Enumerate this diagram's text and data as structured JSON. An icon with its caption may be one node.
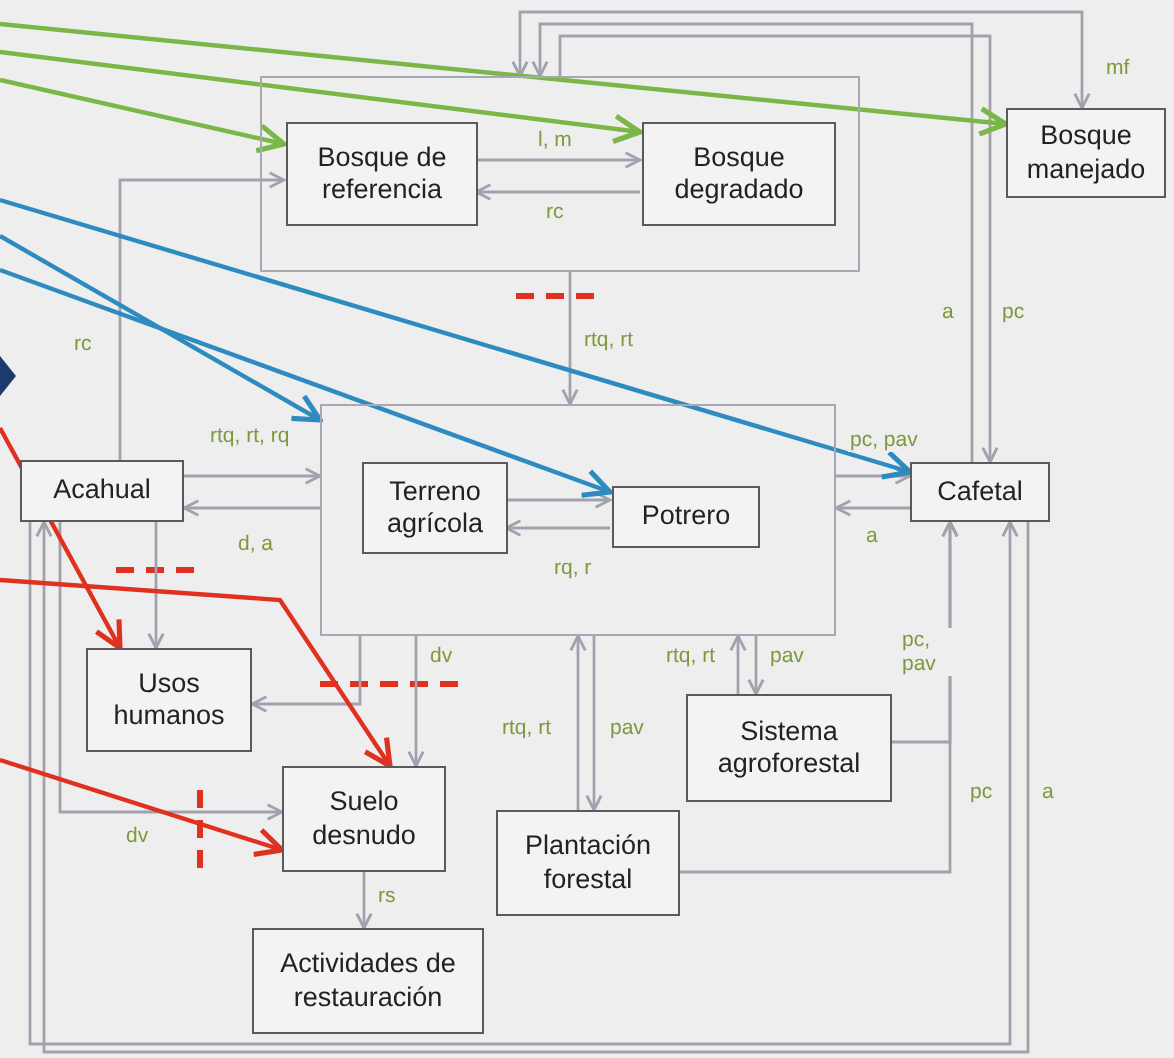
{
  "diagram": {
    "nodes": [
      {
        "text": [],
        "shape": "box"
      },
      {
        "text": [
          "Bosque de referencia"
        ],
        "in": 0
      },
      {
        "text": [
          "Bosque degradado"
        ],
        "in": 0
      },
      {
        "text": [
          "Bosque manejado"
        ]
      },
      {
        "text": [],
        "shape": "box"
      },
      {
        "text": [
          "Terreno agrícola"
        ],
        "in": 4
      },
      {
        "text": [
          "Potrero"
        ],
        "in": 4
      },
      {
        "text": [
          "Acahual"
        ]
      },
      {
        "text": [
          "Cafetal"
        ]
      },
      {
        "text": [
          "Usos humanos"
        ]
      },
      {
        "text": [
          "Suelo desnudo"
        ]
      },
      {
        "text": [
          "Sistema agroforestal"
        ]
      },
      {
        "text": [
          "Plantación forestal"
        ]
      },
      {
        "text": [
          "Actividades de restauración"
        ]
      }
    ],
    "edges": [
      {
        "from": 1,
        "to": 2,
        "arrow": "to",
        "label": "l, m"
      },
      {
        "from": 2,
        "to": 1,
        "arrow": "to",
        "label": "rc"
      },
      {
        "from": 0,
        "to": 4,
        "arrow": "to",
        "label": "rtq, rt"
      },
      {
        "from": 7,
        "to": 1,
        "arrow": "to",
        "label": "rc"
      },
      {
        "from": 7,
        "to": 4,
        "arrow": "to",
        "label": "rtq, rt, rq"
      },
      {
        "from": 4,
        "to": 7,
        "arrow": "to",
        "label": "d, a"
      },
      {
        "from": 5,
        "to": 6,
        "arrow": "to"
      },
      {
        "from": 6,
        "to": 5,
        "arrow": "to",
        "label": "rq, r"
      },
      {
        "from": 4,
        "to": 8,
        "arrow": "to",
        "label": "pc, pav"
      },
      {
        "from": 8,
        "to": 4,
        "arrow": "to",
        "label": "a"
      },
      {
        "from": 8,
        "to": 0,
        "arrow": "to",
        "label": "a"
      },
      {
        "from": 0,
        "to": 8,
        "arrow": "to",
        "label": "pc"
      },
      {
        "from": 0,
        "to": 3,
        "arrow": "both",
        "label": "mf"
      },
      {
        "from": 7,
        "to": 9,
        "arrow": "to"
      },
      {
        "from": 4,
        "to": 9,
        "arrow": "to"
      },
      {
        "from": 4,
        "to": 10,
        "arrow": "to",
        "label": "dv"
      },
      {
        "from": 7,
        "to": 10,
        "arrow": "to",
        "label": "dv"
      },
      {
        "from": 10,
        "to": 13,
        "arrow": "to",
        "label": "rs"
      },
      {
        "from": 12,
        "to": 4,
        "arrow": "to",
        "label": "rtq, rt"
      },
      {
        "from": 4,
        "to": 12,
        "arrow": "to",
        "label": "pav"
      },
      {
        "from": 11,
        "to": 4,
        "arrow": "to",
        "label": "rtq, rt"
      },
      {
        "from": 4,
        "to": 11,
        "arrow": "to",
        "label": "pav"
      },
      {
        "from": 11,
        "to": 8,
        "arrow": "to",
        "label": "pc, pav"
      },
      {
        "from": 12,
        "to": 8,
        "arrow": "to"
      },
      {
        "from": 7,
        "to": 8,
        "arrow": "to",
        "label": "pc"
      },
      {
        "from": 8,
        "to": 7,
        "arrow": "to",
        "label": "a"
      },
      {
        "from": null,
        "to": 1,
        "arrow": "to",
        "color": "#7ab648"
      },
      {
        "from": null,
        "to": 2,
        "arrow": "to",
        "color": "#7ab648"
      },
      {
        "from": null,
        "to": 3,
        "arrow": "to",
        "color": "#7ab648"
      },
      {
        "from": null,
        "to": 4,
        "arrow": "to",
        "color": "#2e8bc0"
      },
      {
        "from": null,
        "to": 6,
        "arrow": "to",
        "color": "#2e8bc0"
      },
      {
        "from": null,
        "to": 8,
        "arrow": "to",
        "color": "#2e8bc0"
      },
      {
        "from": null,
        "to": 9,
        "arrow": "to",
        "color": "#e03020"
      },
      {
        "from": null,
        "to": 10,
        "arrow": "to",
        "color": "#e03020"
      },
      {
        "from": null,
        "to": 10,
        "arrow": "to",
        "color": "#e03020"
      }
    ]
  }
}
